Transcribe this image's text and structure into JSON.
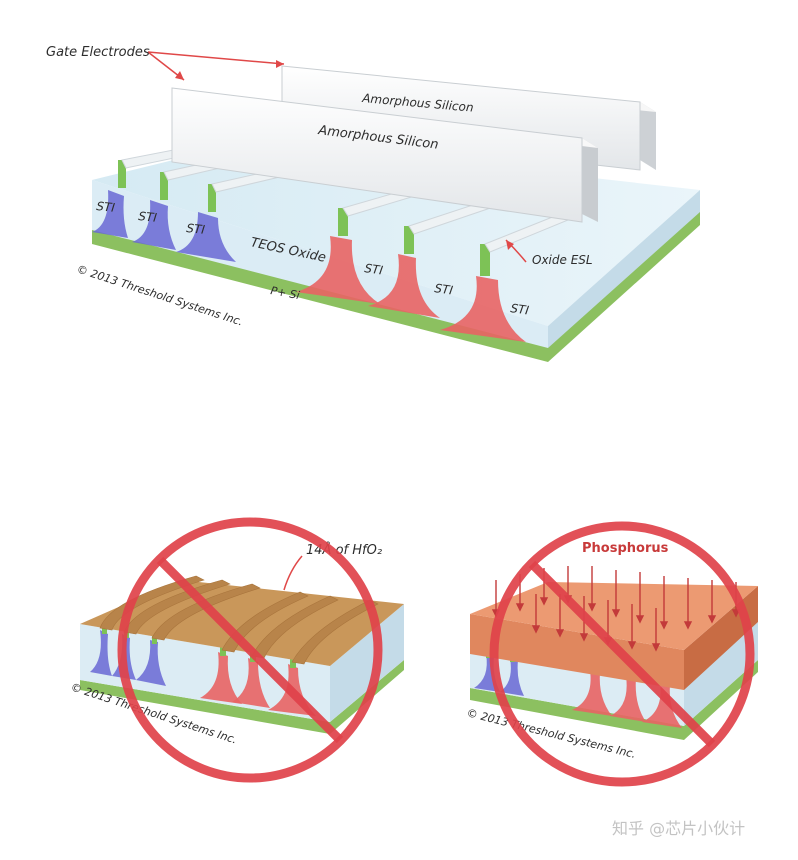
{
  "top_diagram": {
    "gate_electrodes": "Gate Electrodes",
    "amorphous_back": "Amorphous Silicon",
    "amorphous_front": "Amorphous Silicon",
    "sti": "STI",
    "teos": "TEOS Oxide",
    "oxide_esl": "Oxide ESL",
    "substrate": "P+ Si",
    "copyright": "© 2013 Threshold Systems Inc."
  },
  "left_diagram": {
    "hfo2": "14Å of HfO₂",
    "copyright": "© 2013 Threshold Systems Inc."
  },
  "right_diagram": {
    "phosphorus": "Phosphorus",
    "copyright": "© 2013 Threshold Systems Inc."
  },
  "watermark": "知乎 @芯片小伙计",
  "colors": {
    "oxide": "#dcecf4",
    "substrate": "#8cc060",
    "n_doped": "#e86a6a",
    "p_doped": "#6a6ad8",
    "gate": "#f4f4f4",
    "hfo2": "#c9975a",
    "phosphorus": "#e0875e",
    "prohibition": "#e0424a"
  }
}
